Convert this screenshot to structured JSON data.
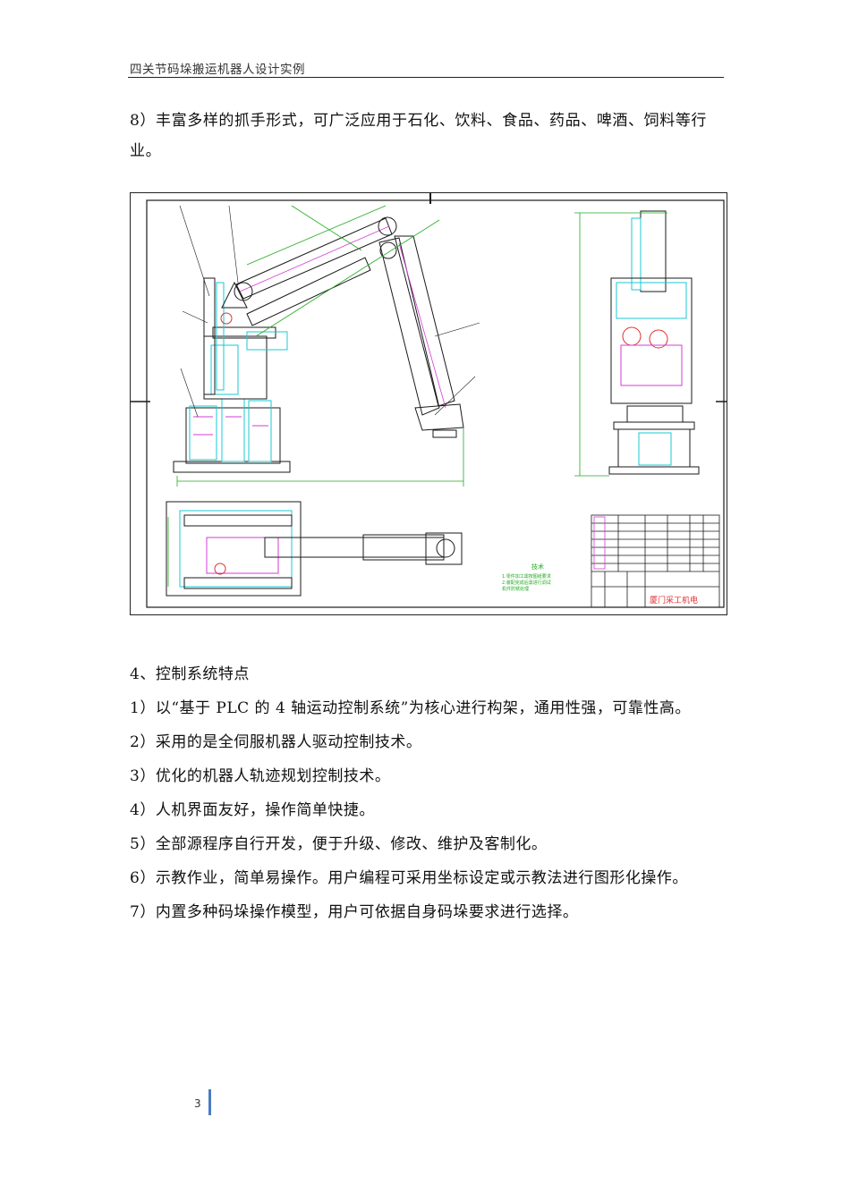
{
  "header": {
    "title": "四关节码垛搬运机器人设计实例"
  },
  "intro_paragraph": "8）丰富多样的抓手形式，可广泛应用于石化、饮料、食品、药品、啤酒、饲料等行业。",
  "drawing": {
    "notes_title": "技术",
    "notes_lines": [
      "1.零件加工需按图纸要求",
      "2.装配完成后需进行调试",
      "机件防锈处理"
    ],
    "title_block": {
      "company": "厦门采工机电"
    },
    "colors": {
      "green": "#22aa22",
      "cyan": "#19c9d6",
      "magenta": "#d63bd6",
      "red": "#e03030",
      "line": "#1a1a1a"
    }
  },
  "section": {
    "heading": "4、控制系统特点",
    "items": [
      "1）以“基于 PLC 的 4 轴运动控制系统”为核心进行构架，通用性强，可靠性高。",
      "2）采用的是全伺服机器人驱动控制技术。",
      "3）优化的机器人轨迹规划控制技术。",
      "4）人机界面友好，操作简单快捷。",
      "5）全部源程序自行开发，便于升级、修改、维护及客制化。",
      "6）示教作业，简单易操作。用户编程可采用坐标设定或示教法进行图形化操作。",
      "7）内置多种码垛操作模型，用户可依据自身码垛要求进行选择。"
    ]
  },
  "footer": {
    "page_number": "3"
  }
}
